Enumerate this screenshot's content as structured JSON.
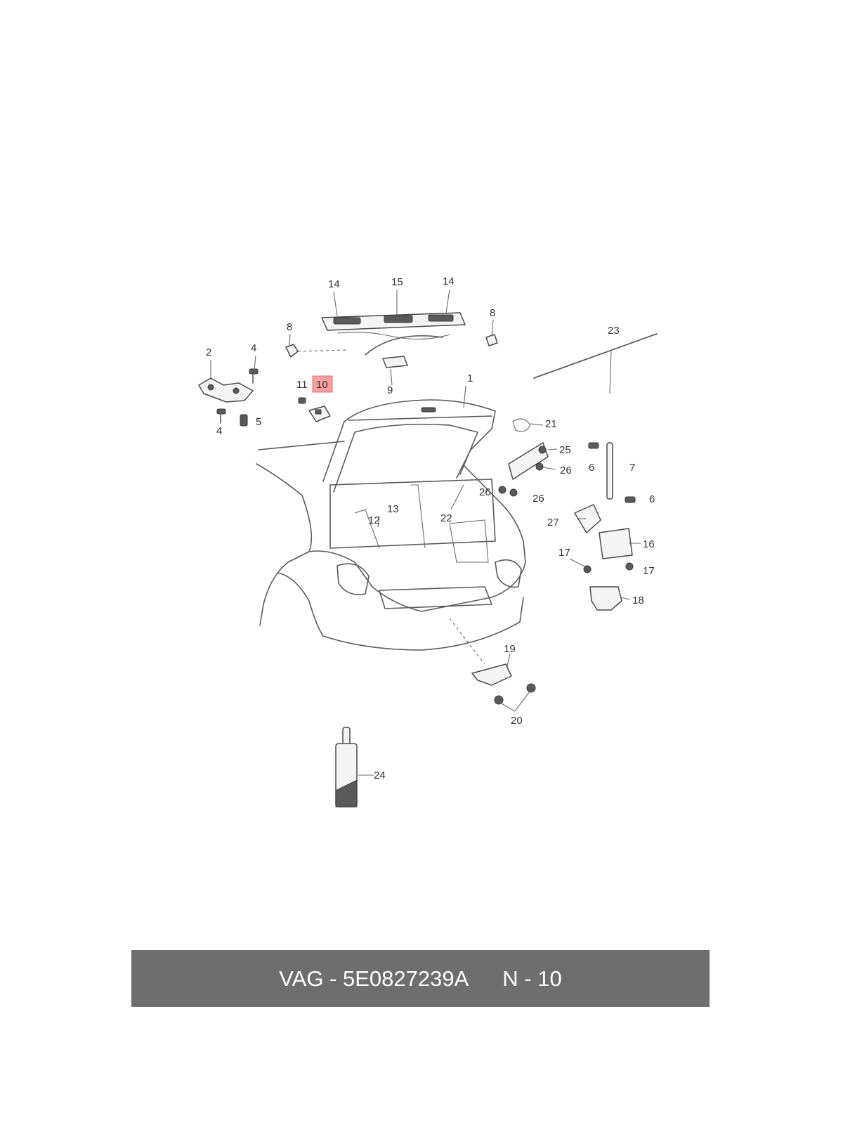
{
  "diagram": {
    "callouts": [
      "1",
      "2",
      "4",
      "4",
      "5",
      "6",
      "6",
      "7",
      "8",
      "8",
      "9",
      "10",
      "11",
      "12",
      "13",
      "14",
      "14",
      "15",
      "16",
      "17",
      "17",
      "18",
      "19",
      "20",
      "21",
      "22",
      "23",
      "24",
      "25",
      "26",
      "26",
      "26",
      "27"
    ],
    "highlighted_callout": "10",
    "highlight_color": "#f2a0a0"
  },
  "footer": {
    "part_number": "VAG - 5E0827239A",
    "position": "N - 10",
    "background": "#6e6e6e"
  }
}
